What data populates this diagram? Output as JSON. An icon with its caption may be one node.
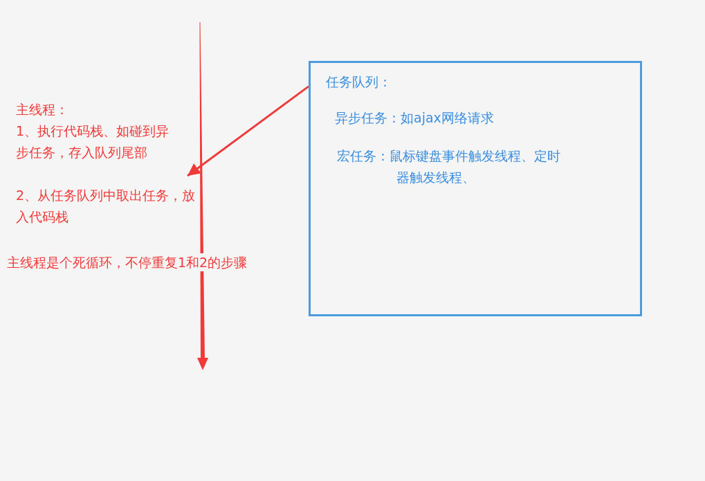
{
  "diagram": {
    "nodes": [
      {
        "text": [
          "主线程：",
          "1、执行代码栈、如碰到异步任务，存入队列尾部",
          "2、从任务队列中取出任务，放入代码栈"
        ]
      },
      {
        "text": [
          "任务队列：",
          "异步任务：如ajax网络请求",
          "宏任务：鼠标键盘事件触发线程、定时器触发线程、"
        ]
      }
    ],
    "edges": [
      {
        "from": 1,
        "to": 0,
        "arrow": "to"
      }
    ],
    "labels": [
      "主线程是个死循环，不停重复1和2的步骤"
    ]
  }
}
